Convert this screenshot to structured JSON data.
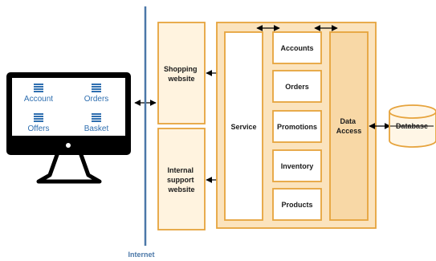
{
  "colors": {
    "box_border": "#e6a33c",
    "box_fill": "#fff3df",
    "panel_fill": "#fbe3bd",
    "data_access_fill": "#f8d8a6",
    "internet_line": "#4b78a8",
    "screen_icon": "#2f6fb0",
    "monitor": "#000000",
    "database_fill": "#fff6e6"
  },
  "client": {
    "tiles": [
      {
        "label": "Account",
        "icon": "list-icon"
      },
      {
        "label": "Orders",
        "icon": "list-icon"
      },
      {
        "label": "Offers",
        "icon": "list-icon"
      },
      {
        "label": "Basket",
        "icon": "list-icon"
      }
    ]
  },
  "internet": {
    "label": "Internet"
  },
  "frontends": {
    "shopping": {
      "lines": [
        "Shopping",
        "website"
      ]
    },
    "support": {
      "lines": [
        "Internal",
        "support",
        "website"
      ]
    }
  },
  "backend": {
    "service": "Service",
    "modules": [
      "Accounts",
      "Orders",
      "Promotions",
      "Inventory",
      "Products"
    ],
    "data_access": [
      "Data",
      "Access"
    ]
  },
  "database": {
    "label": "Database",
    "icon": "database-icon"
  }
}
